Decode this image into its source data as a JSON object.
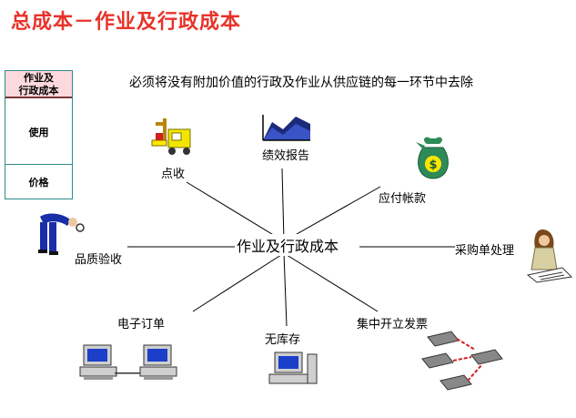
{
  "title": "总成本－作业及行政成本",
  "subtitle": "必须将没有附加价值的行政及作业从供应链的每一环节中去除",
  "side_panel": {
    "header": "作业及\n行政成本",
    "use": "使用",
    "price": "价格"
  },
  "center": "作业及行政成本",
  "nodes": {
    "receiving": "点收",
    "performance_report": "绩效报告",
    "accounts_payable": "应付帐款",
    "quality_inspection": "品质验收",
    "purchase_order": "采购单处理",
    "electronic_order": "电子订单",
    "no_inventory": "无库存",
    "central_invoicing": "集中开立发票"
  },
  "colors": {
    "title": "#e8332a",
    "header_fill": "#fbd9dc",
    "box_border": "#2e8b8b"
  }
}
